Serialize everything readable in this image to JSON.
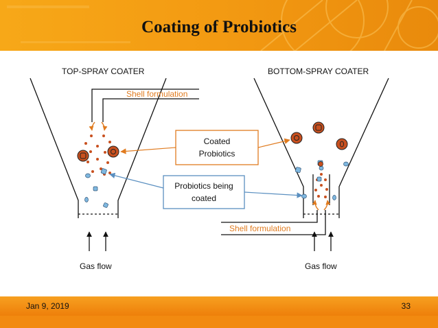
{
  "slide": {
    "title": "Coating of Probiotics",
    "date": "Jan 9, 2019",
    "page_number": "33"
  },
  "diagram": {
    "top_spray": {
      "title": "TOP-SPRAY  COATER",
      "shell_label": "Shell formulation",
      "gas_label": "Gas flow"
    },
    "bottom_spray": {
      "title": "BOTTOM-SPRAY  COATER",
      "shell_label": "Shell formulation",
      "gas_label": "Gas flow"
    },
    "callouts": {
      "coated": {
        "line1": "Coated",
        "line2": "Probiotics"
      },
      "being_coated": {
        "line1": "Probiotics being",
        "line2": "coated"
      }
    }
  },
  "colors": {
    "header_orange": "#f39a12",
    "orange_callout": "#e07b1f",
    "blue_callout": "#5a8fc0",
    "coated_particle": "#c8501f",
    "uncoated_particle": "#7fb8e0"
  }
}
